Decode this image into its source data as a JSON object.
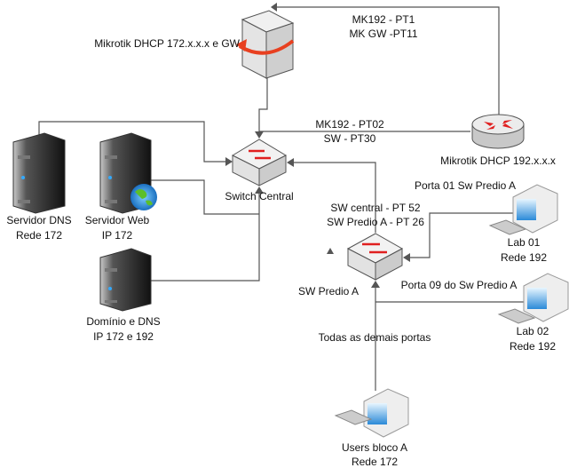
{
  "nodes": {
    "mikrotik_gw": {
      "label": "Mikrotik DHCP 172.x.x.x e GW"
    },
    "mikrotik_192": {
      "label": "Mikrotik DHCP 192.x.x.x"
    },
    "switch_central": {
      "label": "Switch Central"
    },
    "sw_predio_a": {
      "label": "SW Predio A"
    },
    "servidor_dns": {
      "line1": "Servidor DNS",
      "line2": "Rede 172"
    },
    "servidor_web": {
      "line1": "Servidor Web",
      "line2": "IP 172"
    },
    "dominio_dns": {
      "line1": "Domínio e DNS",
      "line2": "IP 172 e 192"
    },
    "lab01": {
      "line1": "Lab 01",
      "line2": "Rede 192"
    },
    "lab02": {
      "line1": "Lab 02",
      "line2": "Rede 192"
    },
    "users_bloco_a": {
      "line1": "Users bloco A",
      "line2": "Rede 172"
    }
  },
  "links": {
    "mk_top": {
      "line1": "MK192 - PT1",
      "line2": "MK GW -PT11"
    },
    "mk_switch": {
      "line1": "MK192 - PT02",
      "line2": "SW - PT30"
    },
    "central_predio": {
      "line1": "SW central - PT 52",
      "line2": "SW Predio A - PT 26"
    },
    "lab01_port": "Porta 01 Sw Predio A",
    "lab02_port": "Porta 09 do Sw Predio A",
    "users_ports": "Todas as demais portas"
  },
  "colors": {
    "connector": "#555555",
    "arrow_red": "#e03020",
    "screen_blue": "#3aa0e0"
  }
}
